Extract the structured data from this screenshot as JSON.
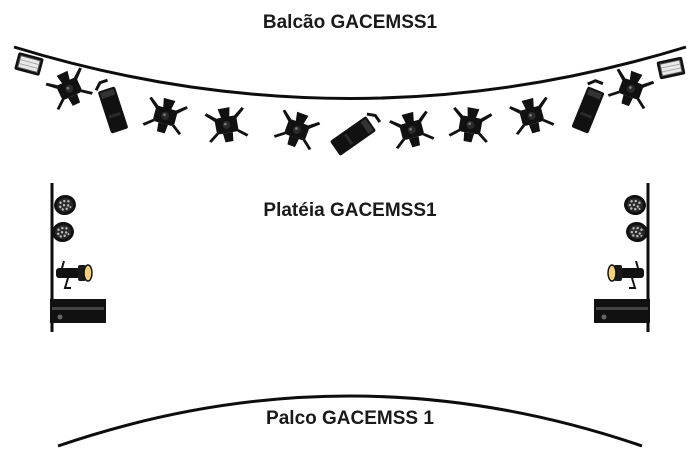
{
  "labels": {
    "balcao": "Balcão GACEMSS1",
    "plateia": "Platéia GACEMSS1",
    "palco": "Palco GACEMSS 1"
  },
  "colors": {
    "ink": "#111111",
    "truss": "#0d0d0d",
    "lens_glow": "#f2d27a",
    "flood_face": "#e8e8e8"
  }
}
